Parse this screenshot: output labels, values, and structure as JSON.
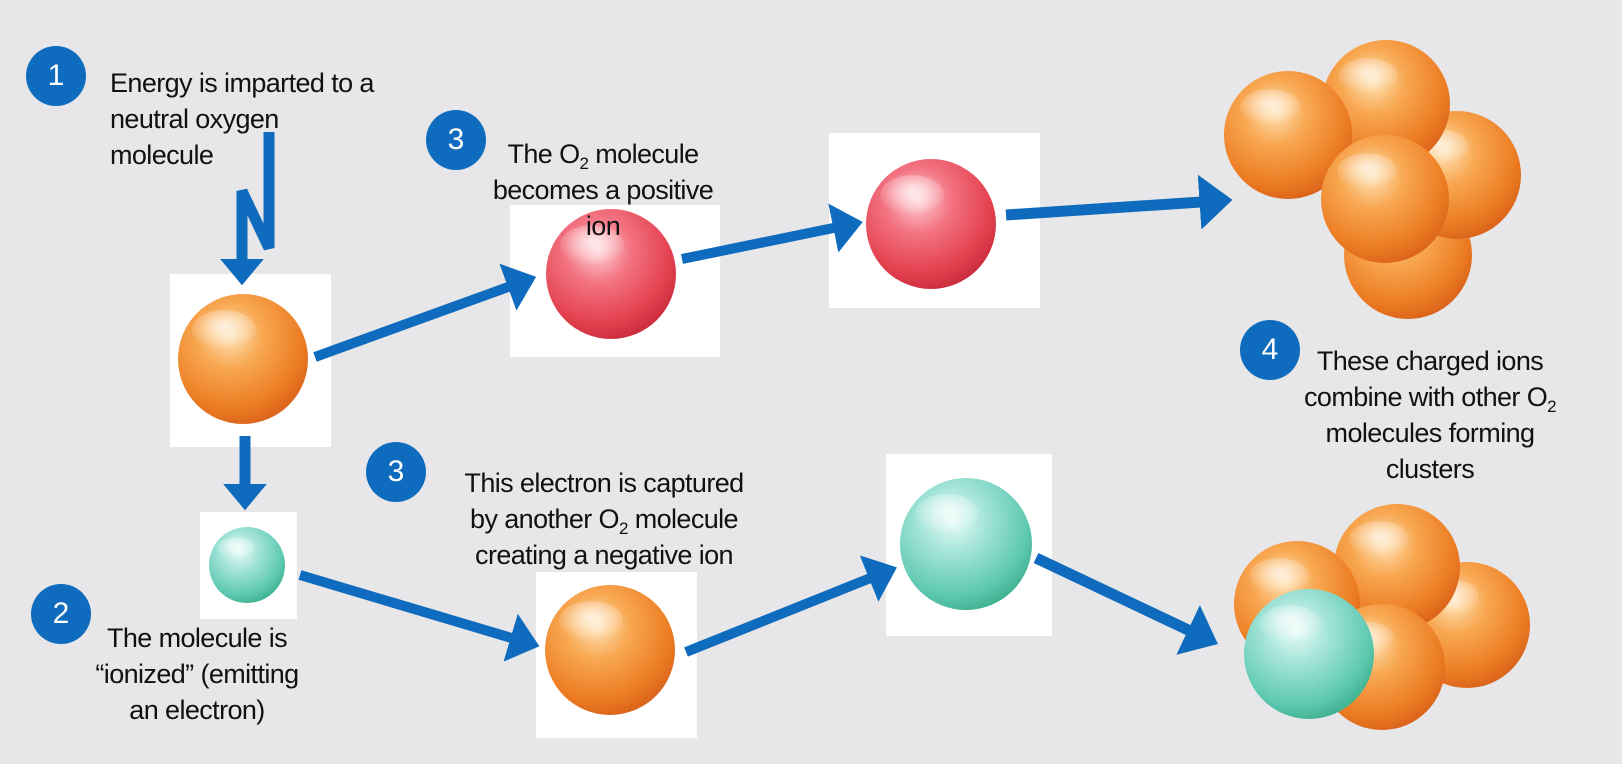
{
  "colors": {
    "background": "#e7e6e8",
    "accent_blue": "#0e6bbd",
    "neutral_molecule": "#f08a2c",
    "positive_ion": "#e8424e",
    "electron": "#5ec9b2",
    "tile": "#ffffff"
  },
  "steps": {
    "step1": {
      "number": "1",
      "lines": [
        "Energy is imparted to a",
        "neutral oxygen",
        "molecule"
      ]
    },
    "step2": {
      "number": "2",
      "lines": [
        "The molecule is",
        "“ionized” (emitting",
        "an electron)"
      ]
    },
    "step3_positive": {
      "number": "3",
      "line1_pre": "The O",
      "line1_sub": "2",
      "line1_post": " molecule",
      "line2": "becomes a positive",
      "line3": "ion"
    },
    "step3_negative": {
      "number": "3",
      "line1": "This electron is captured",
      "line2_pre": "by another O",
      "line2_sub": "2",
      "line2_post": " molecule",
      "line3": "creating a negative ion"
    },
    "step4": {
      "number": "4",
      "line1": "These charged ions",
      "line2_pre": "combine with other O",
      "line2_sub": "2",
      "line2_post": "",
      "line3": "molecules forming",
      "line4": "clusters"
    }
  }
}
